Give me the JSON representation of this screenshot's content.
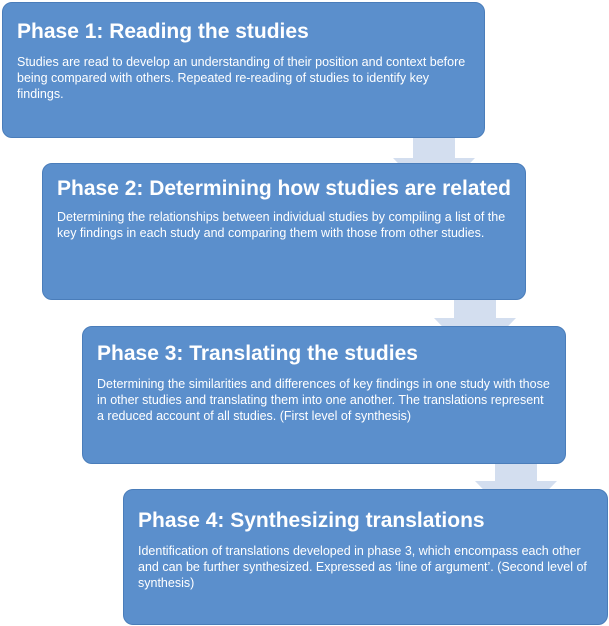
{
  "phases": [
    {
      "title": "Phase 1: Reading the studies",
      "description": "Studies are read to develop an understanding of their position and context before being compared with others. Repeated re-reading of studies to identify key findings."
    },
    {
      "title": "Phase 2: Determining how studies are related",
      "description": "Determining the relationships between individual studies by compiling a list of the key findings in each study and comparing them with those from other studies."
    },
    {
      "title": "Phase 3: Translating the studies",
      "description": "Determining the similarities and differences of key findings in one study with those in other studies and translating them into one another. The translations represent a reduced account of all studies. (First level of synthesis)"
    },
    {
      "title": "Phase 4: Synthesizing translations",
      "description": "Identification of translations developed in phase 3, which encompass each other and can be further synthesized. Expressed as ‘line of argument’. (Second level of synthesis)"
    }
  ],
  "colors": {
    "box_fill": "#5b8fcc",
    "box_border": "#4a7dba",
    "arrow_fill": "#d3deef",
    "text": "#ffffff"
  }
}
